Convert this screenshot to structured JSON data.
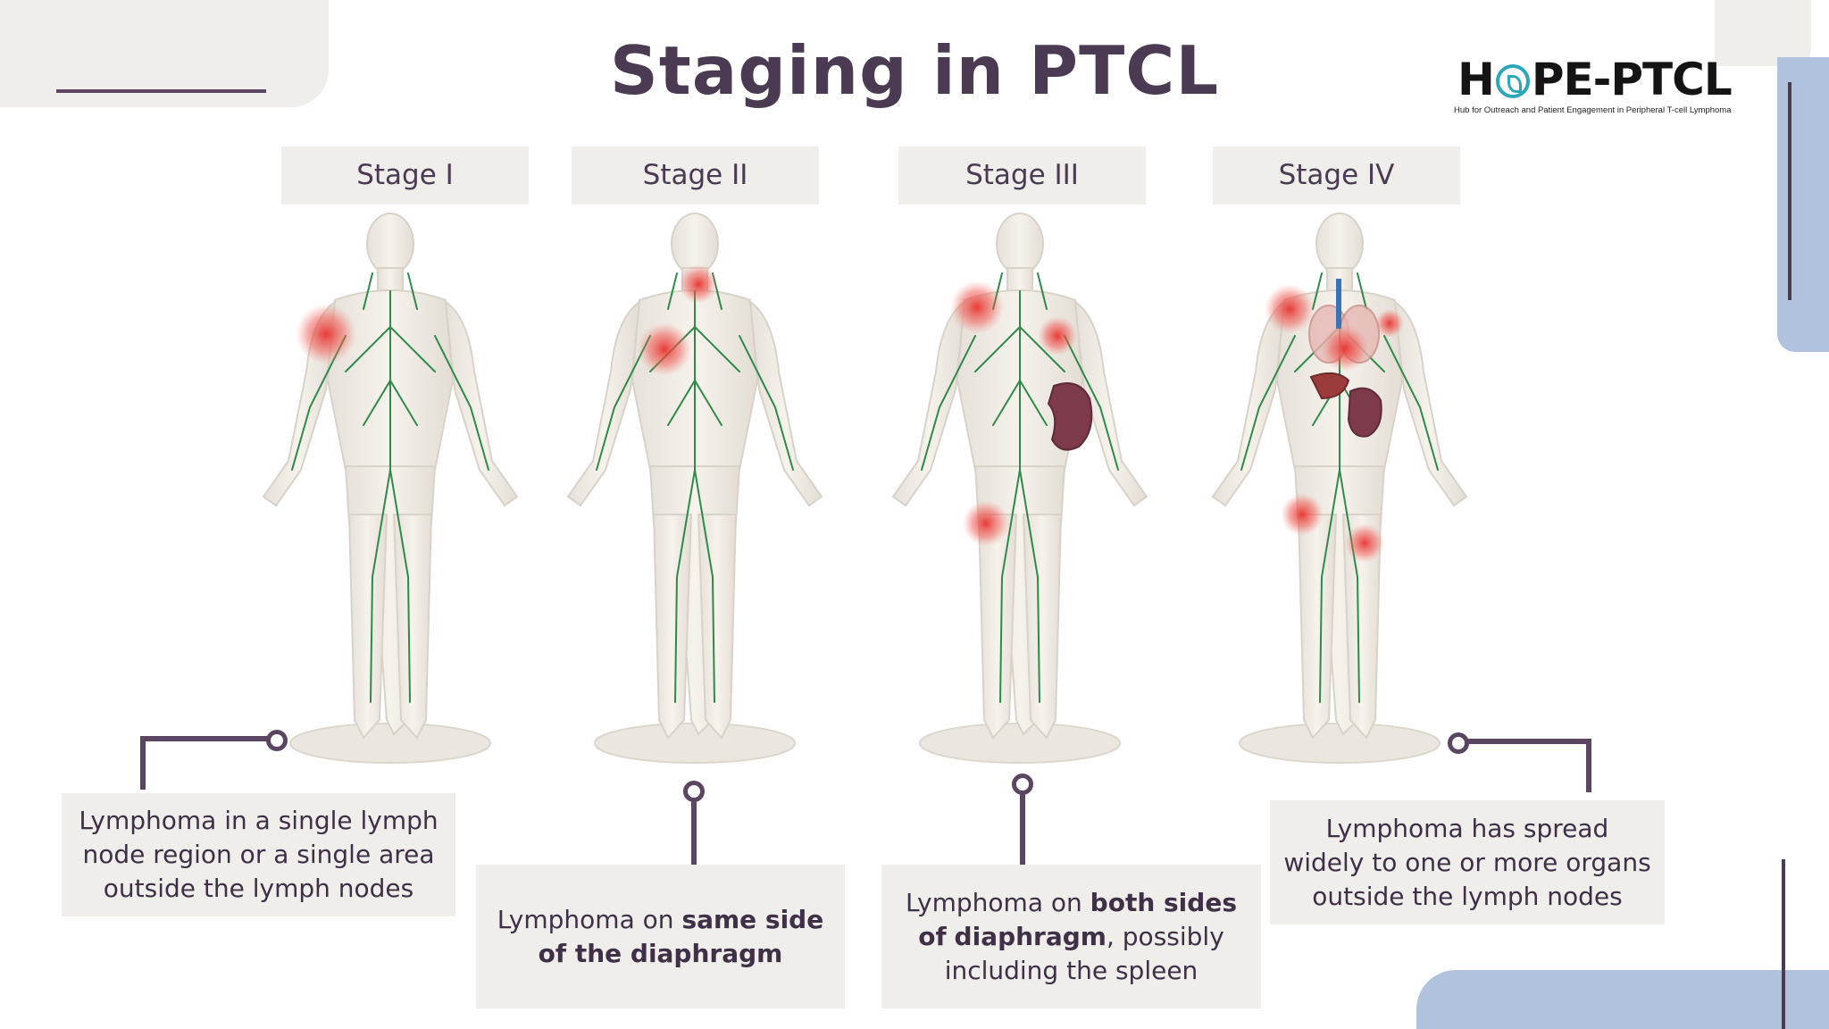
{
  "title": "Staging in PTCL",
  "logo": {
    "word_left": "H",
    "word_right": "PE-PTCL",
    "tagline": "Hub for Outreach and Patient Engagement in Peripheral T-cell Lymphoma"
  },
  "stages": [
    {
      "label": "Stage I"
    },
    {
      "label": "Stage II"
    },
    {
      "label": "Stage III"
    },
    {
      "label": "Stage IV"
    }
  ],
  "descriptions": {
    "stage1": {
      "text": "Lymphoma in a single lymph node region or a single area outside the lymph nodes"
    },
    "stage2": {
      "pre": "Lymphoma on",
      "bold": "same side of the diaphragm"
    },
    "stage3": {
      "pre": "Lymphoma on",
      "bold1": "both sides of",
      "bold2": "diaphragm",
      "post": ", possibly including the spleen"
    },
    "stage4": {
      "text": "Lymphoma has spread widely to one or more organs outside the lymph nodes"
    }
  },
  "colors": {
    "title": "#4a3b52",
    "panel": "#efeeeb",
    "accent_blue": "#b1c3dc",
    "connector": "#5a4660",
    "tumor_red": "#e8322f",
    "lymph_green": "#2f8a4a"
  }
}
